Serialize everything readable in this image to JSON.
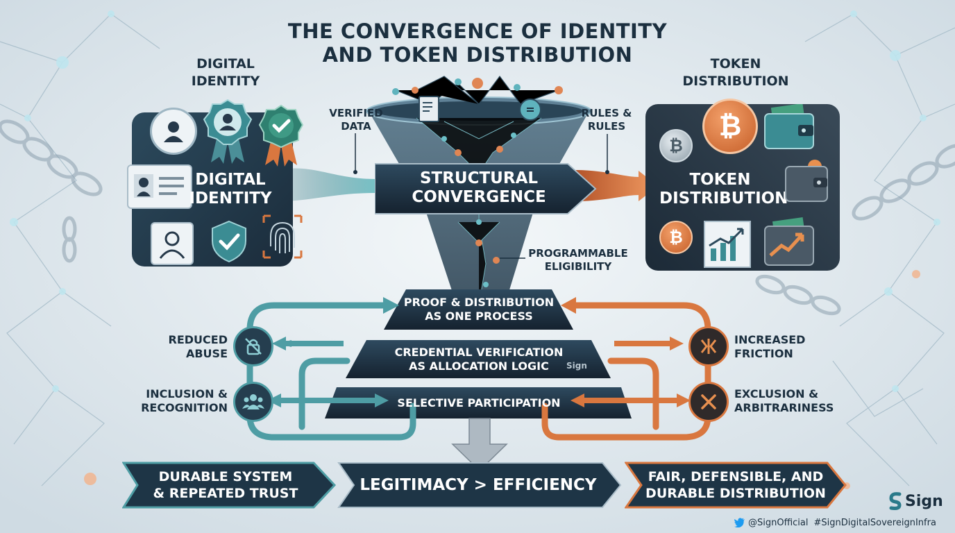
{
  "title": {
    "line1": "THE CONVERGENCE OF IDENTITY",
    "line2": "AND TOKEN DISTRIBUTION"
  },
  "left_header": {
    "line1": "DIGITAL",
    "line2": "IDENTITY"
  },
  "right_header": {
    "line1": "TOKEN",
    "line2": "DISTRIBUTION"
  },
  "left_panel": {
    "line1": "DIGITAL",
    "line2": "IDENTITY"
  },
  "right_panel": {
    "line1": "TOKEN",
    "line2": "DISTRIBUTION"
  },
  "callouts": {
    "verified": {
      "line1": "VERIFIED",
      "line2": "DATA"
    },
    "rules": {
      "line1": "RULES &",
      "line2": "RULES"
    },
    "programmable": {
      "line1": "PROGRAMMABLE",
      "line2": "ELIGIBILITY"
    }
  },
  "center_banner": {
    "line1": "STRUCTURAL",
    "line2": "CONVERGENCE"
  },
  "tiers": [
    {
      "line1": "PROOF & DISTRIBUTION",
      "line2": "AS ONE PROCESS"
    },
    {
      "line1": "CREDENTIAL VERIFICATION",
      "line2": "AS ALLOCATION LOGIC"
    },
    {
      "line1": "SELECTIVE PARTICIPATION",
      "line2": ""
    }
  ],
  "tier_watermark": "Sign",
  "left_outcomes": [
    {
      "line1": "REDUCED",
      "line2": "ABUSE",
      "icon": "lock-off-icon"
    },
    {
      "line1": "INCLUSION &",
      "line2": "RECOGNITION",
      "icon": "people-icon"
    }
  ],
  "right_outcomes": [
    {
      "line1": "INCREASED",
      "line2": "FRICTION",
      "icon": "friction-icon"
    },
    {
      "line1": "EXCLUSION &",
      "line2": "ARBITRARINESS",
      "icon": "x-icon"
    }
  ],
  "bottom": {
    "left": {
      "line1": "DURABLE SYSTEM",
      "line2": "& REPEATED TRUST"
    },
    "center": {
      "line1": "LEGITIMACY > EFFICIENCY"
    },
    "right": {
      "line1": "FAIR, DEFENSIBLE, AND",
      "line2": "DURABLE DISTRIBUTION"
    }
  },
  "brand": {
    "logo_text": "Sign"
  },
  "footer": {
    "handle": "@SignOfficial",
    "hashtag": "#SignDigitalSovereignInfra"
  },
  "colors": {
    "teal": "#3f8f98",
    "orange": "#d97a45",
    "navy": "#1d3344",
    "coin": "#d9773c"
  }
}
